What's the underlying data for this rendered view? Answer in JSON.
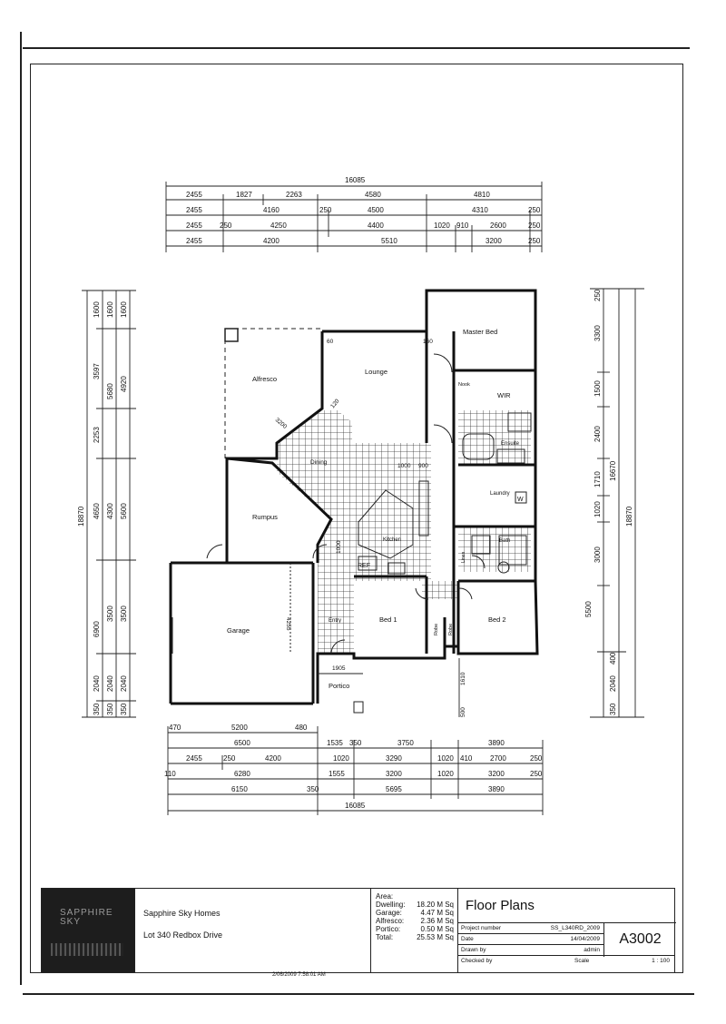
{
  "top_dimensions": {
    "overall": "16085",
    "row1": [
      "2455",
      "1827",
      "2263",
      "4580",
      "4810"
    ],
    "row2": [
      "2455",
      "4160",
      "250",
      "4500",
      "4310",
      "250"
    ],
    "row3": [
      "2455",
      "250",
      "4250",
      "4400",
      "1020",
      "910",
      "2600",
      "250"
    ],
    "row4": [
      "2455",
      "4200",
      "5510",
      "3200",
      "250"
    ]
  },
  "bottom_dimensions": {
    "row1": [
      "470",
      "5200",
      "480"
    ],
    "row2": [
      "6500",
      "1535",
      "350",
      "3750",
      "3890"
    ],
    "row3": [
      "2455",
      "250",
      "4200",
      "1020",
      "3290",
      "1020",
      "410",
      "2700",
      "250"
    ],
    "row4": [
      "110",
      "6280",
      "1555",
      "3200",
      "1020",
      "3200",
      "250"
    ],
    "row5": [
      "6150",
      "350",
      "5695",
      "3890"
    ],
    "overall": "16085"
  },
  "left_dimensions": {
    "overall": "18870",
    "col1": [
      "1600",
      "3597",
      "2253",
      "4650",
      "6900",
      "2040",
      "350"
    ],
    "col2": [
      "1600",
      "5680",
      "4300",
      "3500",
      "2040",
      "350"
    ],
    "col3": [
      "1600",
      "4920",
      "5600",
      "3500",
      "2040",
      "350"
    ]
  },
  "right_dimensions": {
    "col1": [
      "250",
      "3300",
      "1500",
      "2400",
      "1710",
      "1020",
      "3000",
      "5500"
    ],
    "col2": [
      "18870"
    ],
    "col3": [
      "16670",
      "400",
      "2040",
      "350"
    ]
  },
  "rooms": {
    "alfresco": "Alfresco",
    "lounge": "Lounge",
    "master_bed": "Master Bed",
    "wir": "WIR",
    "nook": "Nook",
    "ensuite": "Ensuite",
    "dining": "Dining",
    "rumpus": "Rumpus",
    "kitchen": "Kitchen",
    "ref": "REF",
    "laundry": "Laundry",
    "bath": "Bath",
    "garage": "Garage",
    "entry": "Entry",
    "bed1": "Bed 1",
    "bed2": "Bed 2",
    "robe1": "Robe",
    "robe2": "Robe",
    "portico": "Portico",
    "wc": "W",
    "linen": "Linen"
  },
  "interior_dims": {
    "d3200": "3200",
    "d120": "120",
    "d60": "60",
    "d160": "160",
    "d1000a": "1000",
    "d900": "900",
    "d1000b": "1000",
    "d4255": "4255",
    "d1905": "1905",
    "d1610": "1610",
    "d500": "500"
  },
  "title_block": {
    "company": "Sapphire Sky Homes",
    "lot": "Lot 340 Redbox Drive",
    "logo": "SAPPHIRE SKY",
    "area_heading": "Area:",
    "areas": [
      {
        "k": "Dwelling:",
        "v": "18.20 M Sq"
      },
      {
        "k": "Garage:",
        "v": "4.47 M Sq"
      },
      {
        "k": "Alfresco:",
        "v": "2.36 M Sq"
      },
      {
        "k": "Portico:",
        "v": "0.50 M Sq"
      },
      {
        "k": "Total:",
        "v": "25.53 M Sq"
      }
    ],
    "sheet_title": "Floor Plans",
    "project_number_label": "Project number",
    "project_number": "SS_L340RD_2009",
    "date_label": "Date",
    "date": "14/04/2009",
    "drawn_by_label": "Drawn by",
    "drawn_by": "admin",
    "checked_by_label": "Checked by",
    "scale_label": "Scale",
    "scale": "1 : 100",
    "sheet_number": "A3002"
  },
  "timestamp": "2/06/2009 7:58:01 AM"
}
